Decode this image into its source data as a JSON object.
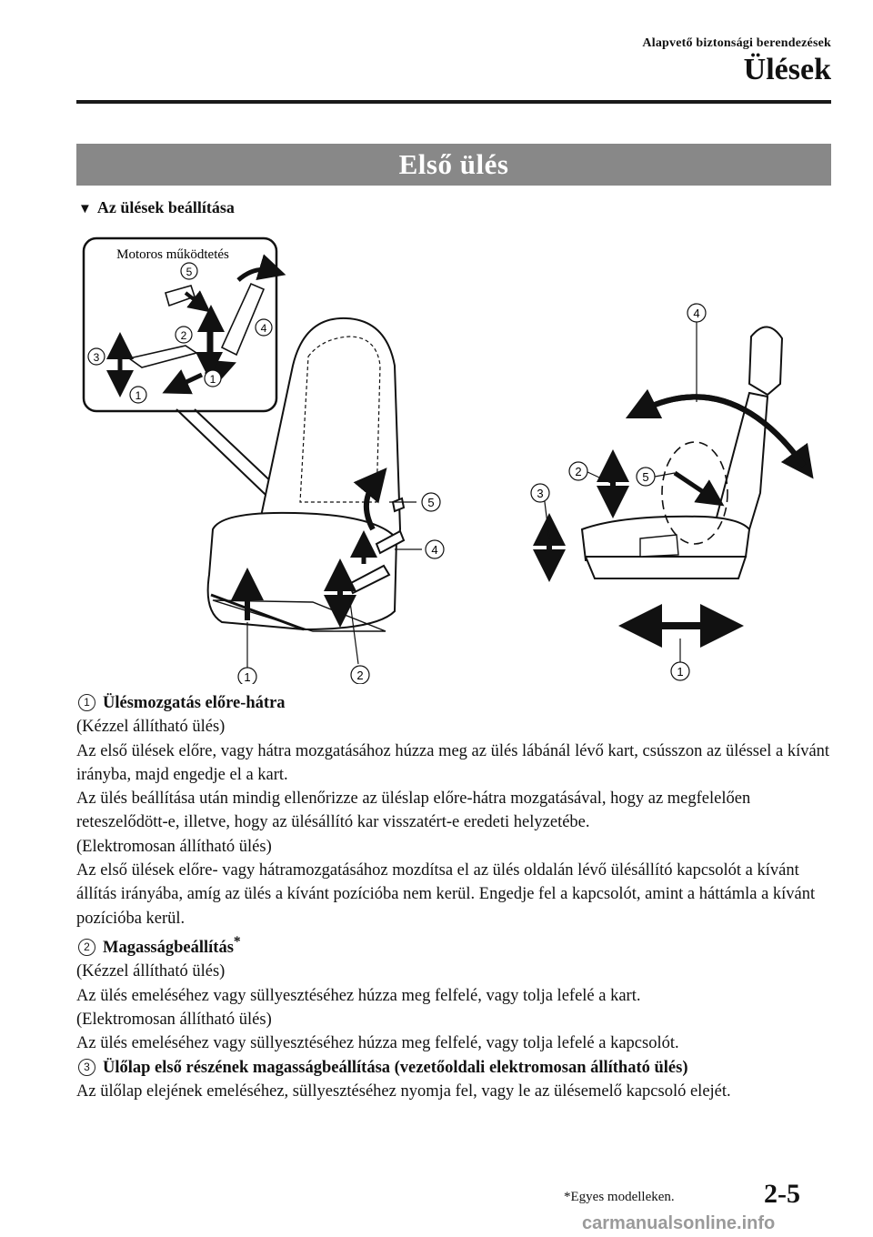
{
  "header": {
    "kicker": "Alapvető biztonsági berendezések",
    "title": "Ülések"
  },
  "section": {
    "title": "Első ülés",
    "subheading": "Az ülések beállítása",
    "subheading_marker": "▼"
  },
  "figure": {
    "inset_label": "Motoros működtetés",
    "callouts": [
      "1",
      "2",
      "3",
      "4",
      "5"
    ]
  },
  "items": [
    {
      "number": "1",
      "title": "Ülésmozgatás előre-hátra",
      "asterisk": "",
      "lines": [
        "(Kézzel állítható ülés)",
        "Az első ülések előre, vagy hátra mozgatásához húzza meg az ülés lábánál lévő kart, csússzon az üléssel a kívánt irányba, majd engedje el a kart.",
        "Az ülés beállítása után mindig ellenőrizze az üléslap előre-hátra mozgatásával, hogy az megfelelően reteszelődött-e, illetve, hogy az ülésállító kar visszatért-e eredeti helyzetébe.",
        "(Elektromosan állítható ülés)",
        "Az első ülések előre- vagy hátramozgatásához mozdítsa el az ülés oldalán lévő ülésállító kapcsolót a kívánt állítás irányába, amíg az ülés a kívánt pozícióba nem kerül. Engedje fel a kapcsolót, amint a háttámla a kívánt pozícióba kerül."
      ]
    },
    {
      "number": "2",
      "title": "Magasságbeállítás",
      "asterisk": "*",
      "lines": [
        "(Kézzel állítható ülés)",
        "Az ülés emeléséhez vagy süllyesztéséhez húzza meg felfelé, vagy tolja lefelé a kart.",
        "(Elektromosan állítható ülés)",
        "Az ülés emeléséhez vagy süllyesztéséhez húzza meg felfelé, vagy tolja lefelé a kapcsolót."
      ]
    },
    {
      "number": "3",
      "title": "Ülőlap első részének magasságbeállítása (vezetőoldali elektromosan állítható ülés)",
      "asterisk": "",
      "lines": [
        "Az ülőlap elejének emeléséhez, süllyesztéséhez nyomja fel, vagy le az ülésemelő kapcsoló elejét."
      ]
    }
  ],
  "footer": {
    "note": "*Egyes modelleken.",
    "page_number": "2-5",
    "watermark": "carmanualsonline.info"
  }
}
